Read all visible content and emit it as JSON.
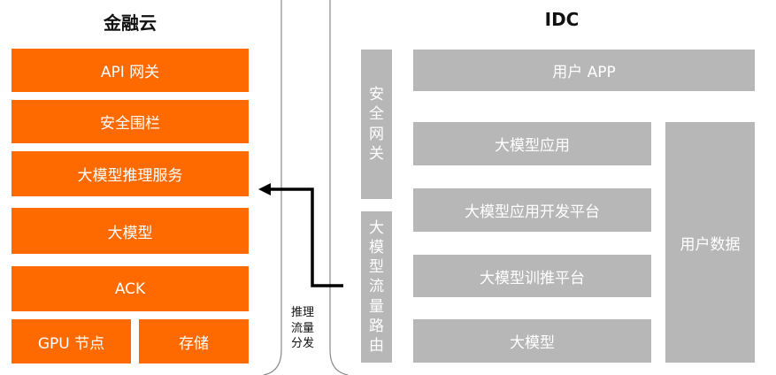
{
  "left_panel": {
    "title": "金融云",
    "items": {
      "api_gateway": "API 网关",
      "security_fence": "安全围栏",
      "llm_inference": "大模型推理服务",
      "llm": "大模型",
      "ack": "ACK",
      "gpu_node": "GPU 节点",
      "storage": "存储"
    }
  },
  "middle": {
    "flow_label": "推理流量分发"
  },
  "right_panel": {
    "title": "IDC",
    "items": {
      "user_app": "用户 APP",
      "security_gateway": "安全网关",
      "llm_routing": "大模型流量路由",
      "llm_app": "大模型应用",
      "llm_app_dev_platform": "大模型应用开发平台",
      "llm_train_infer_platform": "大模型训推平台",
      "llm": "大模型",
      "user_data": "用户数据"
    }
  },
  "colors": {
    "orange": "#ff6a00",
    "gray": "#b7b7b7",
    "divider": "#8a8a8a",
    "arrow": "#000000"
  }
}
